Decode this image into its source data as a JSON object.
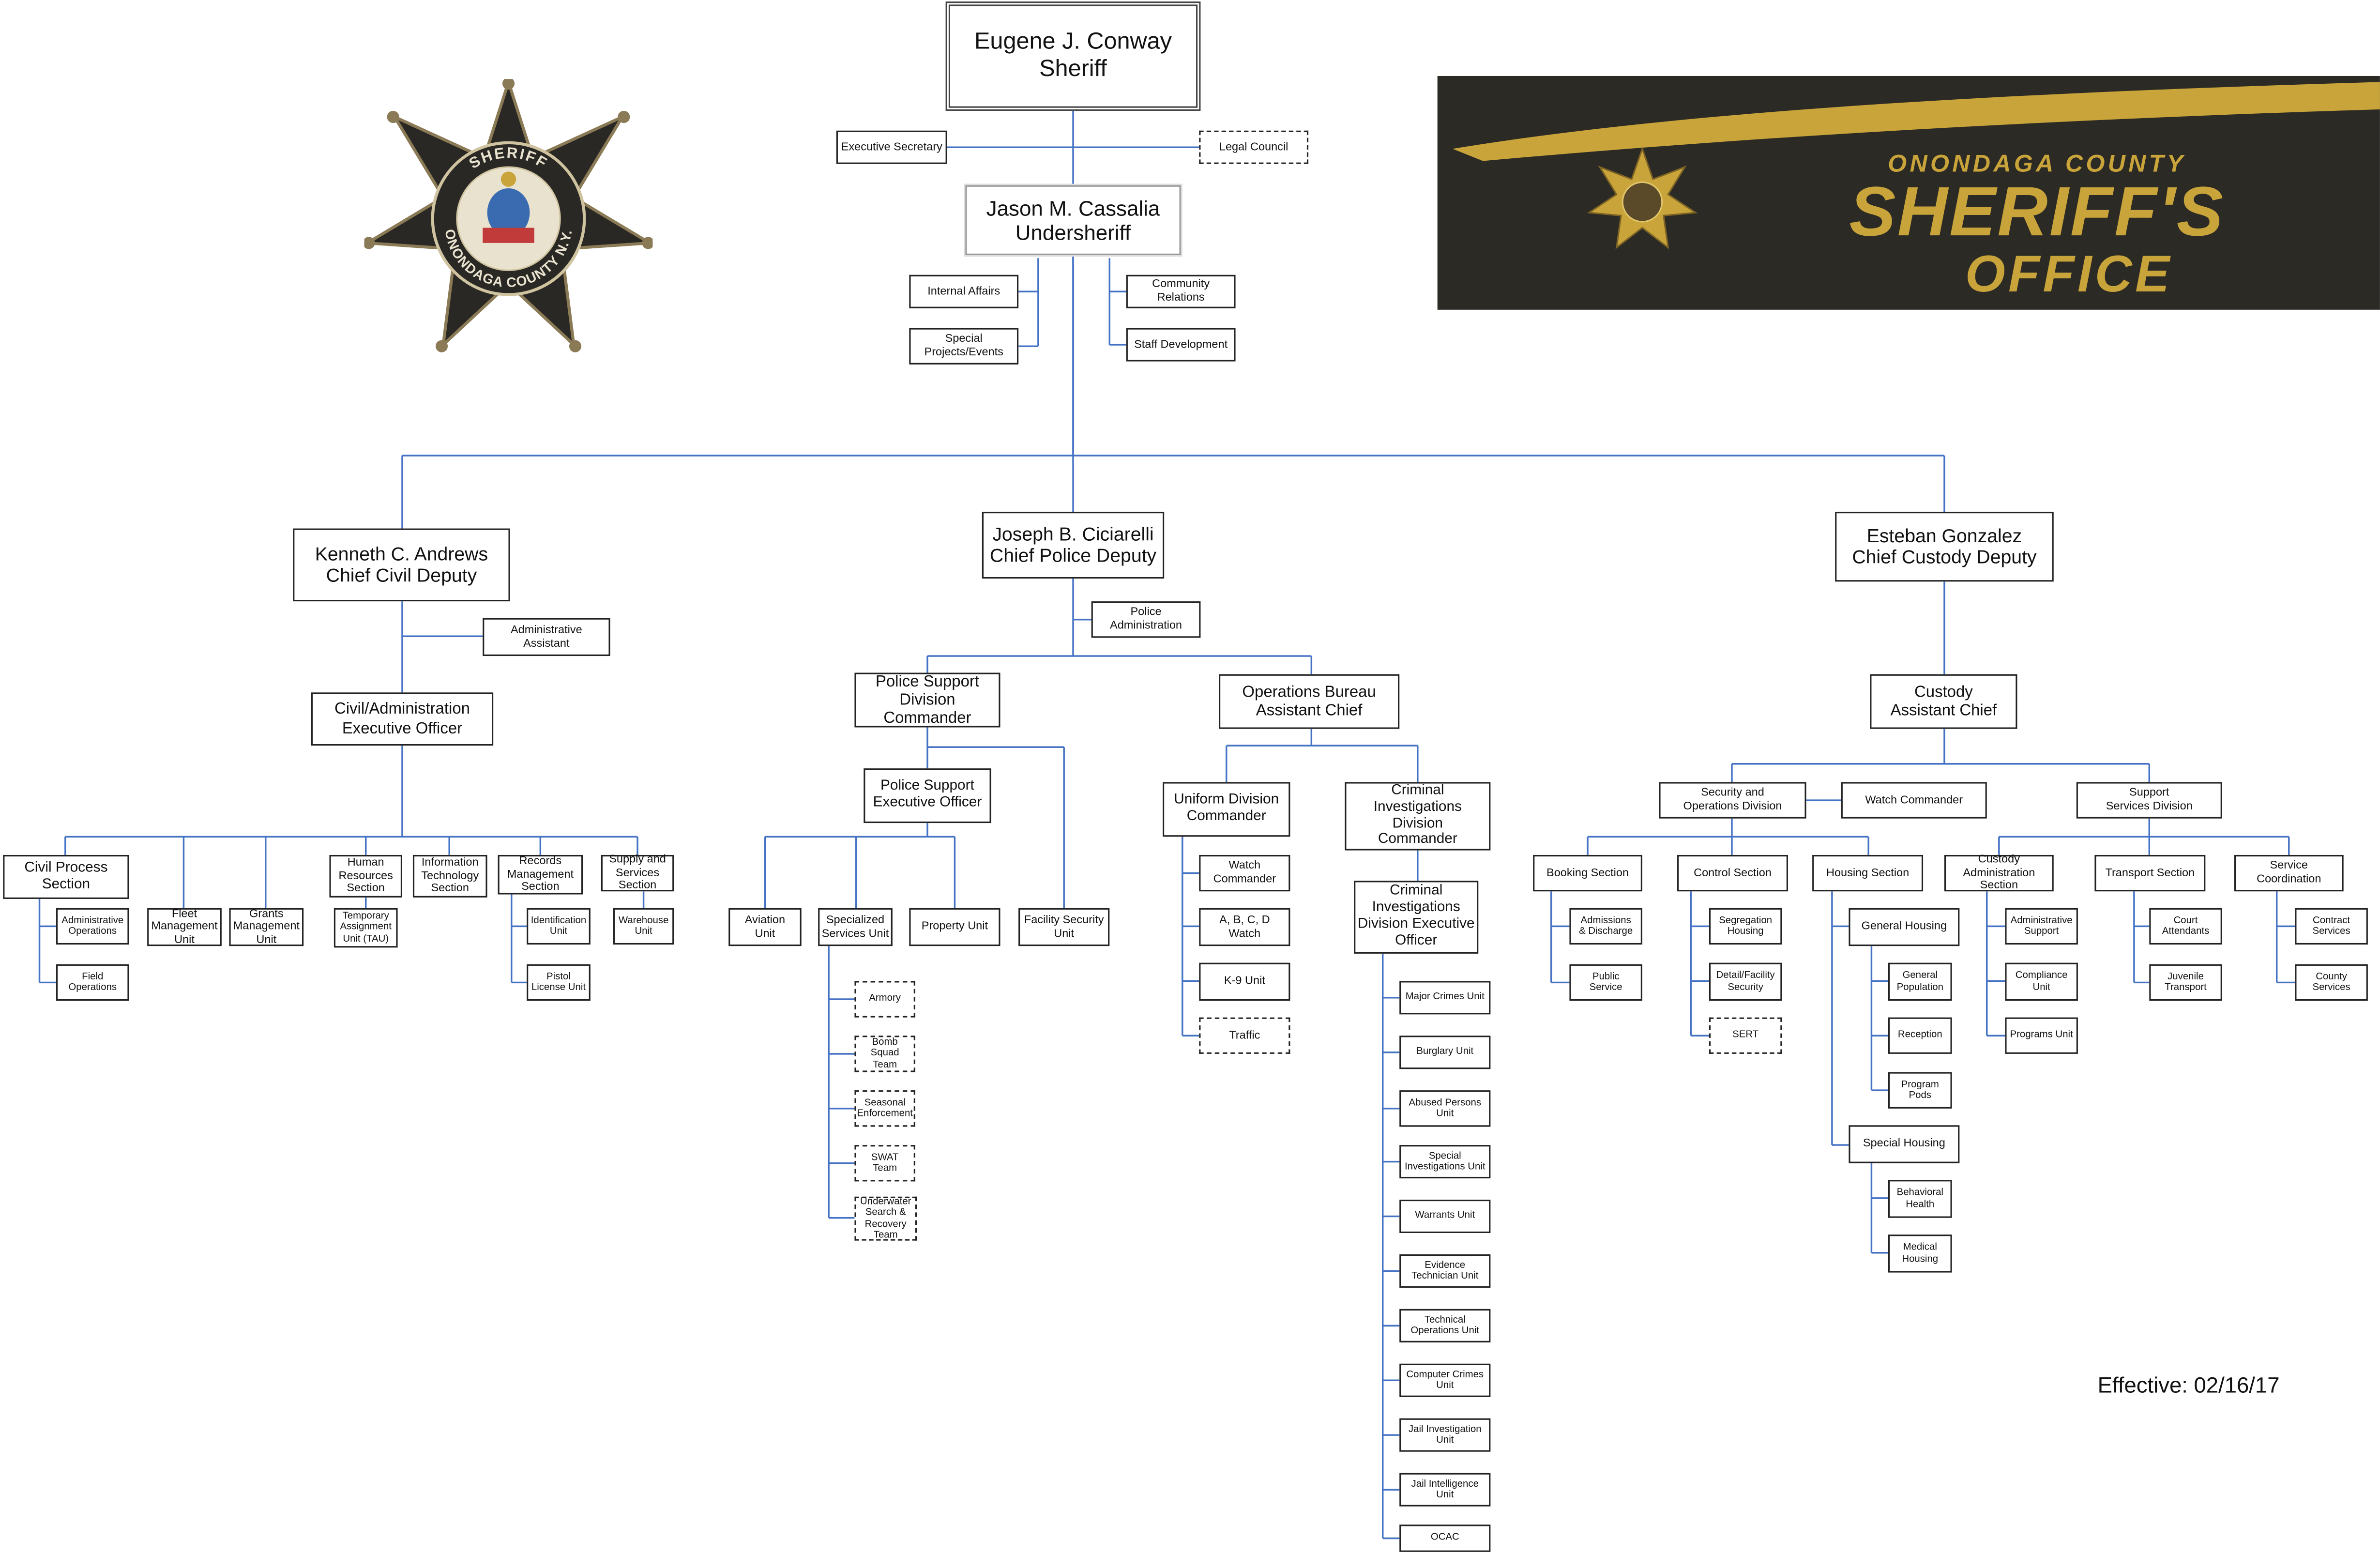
{
  "logos": {
    "badge_text_top": "SHERIFF",
    "badge_text_bottom": "ONONDAGA COUNTY N.Y.",
    "banner_line1": "ONONDAGA COUNTY",
    "banner_line2": "SHERIFF'S",
    "banner_line3": "OFFICE"
  },
  "colors": {
    "connector": "#4472c4",
    "banner_bg": "#2b2a25",
    "banner_gold": "#c9a43a"
  },
  "effective_date": "Effective: 02/16/17",
  "nodes": {
    "sheriff": "Eugene J. Conway\nSheriff",
    "exec_secretary": "Executive Secretary",
    "legal_council": "Legal Council",
    "undersheriff": "Jason M. Cassalia\nUndersheriff",
    "internal_affairs": "Internal Affairs",
    "special_projects": "Special\nProjects/Events",
    "community_relations": "Community\nRelations",
    "staff_development": "Staff Development",
    "chief_civil": "Kenneth C. Andrews\nChief Civil Deputy",
    "admin_assistant": "Administrative\nAssistant",
    "civil_exec": "Civil/Administration\nExecutive Officer",
    "civil_process": "Civil Process\nSection",
    "administrative_operations": "Administrative\nOperations",
    "field_operations": "Field\nOperations",
    "fleet_mgmt": "Fleet\nManagement\nUnit",
    "grants_mgmt": "Grants\nManagement\nUnit",
    "human_resources": "Human\nResources\nSection",
    "tau": "Temporary\nAssignment\nUnit (TAU)",
    "info_tech": "Information\nTechnology\nSection",
    "records_mgmt": "Records\nManagement\nSection",
    "identification_unit": "Identification\nUnit",
    "pistol_license": "Pistol\nLicense Unit",
    "supply_services": "Supply and\nServices\nSection",
    "warehouse_unit": "Warehouse\nUnit",
    "chief_police": "Joseph B. Ciciarelli\nChief Police Deputy",
    "police_admin": "Police\nAdministration",
    "police_support_cmdr": "Police Support\nDivision\nCommander",
    "police_support_exec": "Police Support\nExecutive Officer",
    "aviation_unit": "Aviation\nUnit",
    "specialized_services": "Specialized\nServices Unit",
    "property_unit": "Property Unit",
    "facility_security": "Facility Security\nUnit",
    "armory": "Armory",
    "bomb_squad": "Bomb Squad\nTeam",
    "seasonal_enforcement": "Seasonal\nEnforcement",
    "swat_team": "SWAT\nTeam",
    "underwater_search": "Underwater\nSearch &\nRecovery\nTeam",
    "operations_bureau": "Operations Bureau\nAssistant Chief",
    "uniform_division": "Uniform Division\nCommander",
    "watch_commander_uniform": "Watch\nCommander",
    "abcd_watch": "A, B, C, D\nWatch",
    "k9_unit": "K-9 Unit",
    "traffic": "Traffic",
    "criminal_investigations": "Criminal\nInvestigations\nDivision\nCommander",
    "cid_exec": "Criminal\nInvestigations\nDivision Executive\nOfficer",
    "major_crimes": "Major Crimes Unit",
    "burglary_unit": "Burglary Unit",
    "abused_persons": "Abused Persons\nUnit",
    "special_investigations": "Special\nInvestigations Unit",
    "warrants_unit": "Warrants Unit",
    "evidence_technician": "Evidence\nTechnician Unit",
    "technical_operations": "Technical\nOperations Unit",
    "computer_crimes": "Computer Crimes\nUnit",
    "jail_investigation": "Jail Investigation\nUnit",
    "jail_intelligence": "Jail Intelligence\nUnit",
    "ocac": "OCAC",
    "chief_custody": "Esteban Gonzalez\nChief Custody Deputy",
    "custody_asst_chief": "Custody\nAssistant Chief",
    "security_operations": "Security and\nOperations Division",
    "watch_commander_custody": "Watch Commander",
    "support_services_div": "Support\nServices Division",
    "booking_section": "Booking Section",
    "admissions_discharge": "Admissions\n& Discharge",
    "public_service": "Public\nService",
    "control_section": "Control Section",
    "segregation_housing": "Segregation\nHousing",
    "detail_facility_security": "Detail/Facility\nSecurity",
    "sert": "SERT",
    "housing_section": "Housing Section",
    "general_housing": "General Housing",
    "general_population": "General\nPopulation",
    "reception": "Reception",
    "program_pods": "Program\nPods",
    "special_housing": "Special Housing",
    "behavioral_health": "Behavioral\nHealth",
    "medical_housing": "Medical\nHousing",
    "custody_admin_section": "Custody\nAdministration\nSection",
    "administrative_support": "Administrative\nSupport",
    "compliance_unit": "Compliance\nUnit",
    "programs_unit": "Programs Unit",
    "transport_section": "Transport Section",
    "court_attendants": "Court\nAttendants",
    "juvenile_transport": "Juvenile\nTransport",
    "service_coordination": "Service\nCoordination",
    "contract_services": "Contract\nServices",
    "county_services": "County\nServices"
  }
}
